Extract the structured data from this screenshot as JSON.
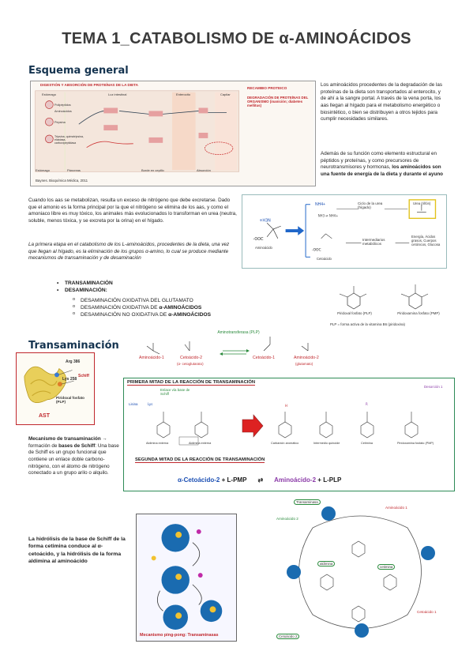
{
  "title": "TEMA 1_CATABOLISMO DE α-AMINOÁCIDOS",
  "section1": {
    "heading": "Esquema general",
    "figure": {
      "header": "DIGESTIÓN Y ABSORCIÓN DE PROTEÍNAS DE LA DIETA",
      "side1": "RECAMBIO PROTEICO",
      "side2": "DEGRADACIÓN DE PROTEÍNAS DEL ORGANISMO (inanición; diabetes mellitus)",
      "credit": "Baynes. Bioquímica Médica, 2011",
      "col_labels": [
        "Estómago",
        "Luz intestinal",
        "Enterocito",
        "Capilar"
      ],
      "bottom_labels": [
        "Estómago",
        "Páncreas",
        "Borde en cepillo",
        "Absorción"
      ],
      "side_labels": [
        "Polipéptidos",
        "Aminoácidos",
        "Pepsina",
        "Tripsina, quimotripsina, elastasa, carboxipeptidasa"
      ]
    },
    "right_text": "Los aminoácidos procedentes de la degradación de las proteínas de la dieta son transportados al enterocito, y de ahí a la sangre portal. A través de la vena porta, los aas llegan al hígado para el metabolismo energético o biosintético, o bien se distribuyen a otros tejidos para cumplir necesidades similares.",
    "right_text2_plain": "Además de su función como elemento estructural en péptidos y proteínas, y como precursores de neurotransmisores y hormonas, ",
    "right_text2_bold": "los aminoácidos son una fuente de energía de la dieta y durante el ayuno",
    "left_text": "Cuando los aas se metabolizan, resulta un exceso de nitrógeno que debe excretarse. Dado que el amonio es la forma principal por la que el nitrógeno se elimina de los aas, y como el amoniaco libre es muy tóxico, los animales más evolucionados lo transforman en urea (neutra, soluble, menos tóxica, y se excreta por la orina) en el hígado.",
    "italic_text": "La primera etapa en el catabolismo de los L-aminoácidos, procedentes de la dieta, una vez que llegan al hígado, es la eliminación de los grupos α-amino, lo cual se produce mediante mecanismos de transaminación y de desaminación",
    "bullets": [
      "TRANSAMINACIÓN",
      "DESAMINACIÓN:"
    ],
    "sub_bullets": [
      {
        "plain": "DESAMINACIÓN OXIDATIVA DEL GLUTAMATO",
        "bold": ""
      },
      {
        "plain": "DESAMINACIÓN OXIDATIVA DE ",
        "bold": "α-AMINOÁCIDOS"
      },
      {
        "plain": "DESAMINACIÓN NO OXIDATIVA DE ",
        "bold": "α-AMINOÁCIDOS"
      }
    ],
    "scheme": {
      "nh4": "NH4+",
      "urea_cycle": "Ciclo de la urea (hígado)",
      "urea": "Urea (riñón)",
      "intermediates": "Intermediarios metabólicos",
      "energy": "Energía, Ácidos grasos, Cuerpos cetónicos, Glucosa",
      "aa_label": "Aminoácido",
      "keto_label": "Cetoácido"
    },
    "plp": {
      "left": "Piridoxal fosfato (PLP)",
      "right": "Piridoxamina fosfato (PMP)",
      "caption": "PLP = forma activa de la vitamina B6 (piridoxina)"
    }
  },
  "section2": {
    "heading": "Transaminación",
    "reaction": {
      "enzyme": "Aminotransferasa (PLP)",
      "aa1": "Aminoácido-1",
      "keto2": "Cetoácido-2",
      "keto2_note": "(α- cetoglutarato)",
      "keto1": "Cetoácido-1",
      "aa2": "Aminoácido-2",
      "aa2_note": "(glutamato)"
    },
    "protein": {
      "arg": "Arg 386",
      "lys": "Lys 258",
      "schiff": "Schiff",
      "plp": "Piridoxal fosfato (PLP)",
      "ast": "AST"
    },
    "mech_text_bold1": "Mecanismo de transaminación",
    "mech_text_mid": " → formación de ",
    "mech_text_bold2": "bases de Schiff",
    "mech_text_rest": ": Una base de Schiff es un grupo funcional que contiene un enlace doble carbono-nitrógeno, con el átomo de nitrógeno conectado a un grupo arilo o alquilo.",
    "half1_title": "PRIMERA MITAD DE LA REACCIÓN DE TRANSAMINACIÓN",
    "half1_labels": [
      "Enlace vía base de Schiff",
      "Lisina",
      "Aldimina externa",
      "Aldimina externa",
      "Carbanión aromático",
      "Intermedio quinoide",
      "Cetimina",
      "Piridoxamina fosfato (PMP)"
    ],
    "desorb": "Desorción 1",
    "half2_title": "SEGUNDA MITAD DE LA REACCIÓN DE TRANSAMINACIÓN",
    "half2_eq": {
      "left1": "α-Cetoácido-2",
      "left2": "L-PMP",
      "right1": "Aminoácido-2",
      "right2": "L-PLP",
      "plus": "+"
    },
    "hydro_text": "La hidrólisis de la base de Schiff de la forma cetimina conduce al α-cetoácido, y la hidrólisis de la forma aldimina al aminoácido",
    "pingpong_caption": "Mecanismo ping-pong: Transaminasas",
    "cycle_labels": {
      "transaminasa": "Transaminasa",
      "aa1": "Aminoácido 1",
      "aa2": "Aminoácido 2",
      "aldimina": "aldimina",
      "cetimina": "cetimina",
      "ceto1": "Cetoácido 1",
      "ceto2": "Cetoácido 2"
    }
  }
}
